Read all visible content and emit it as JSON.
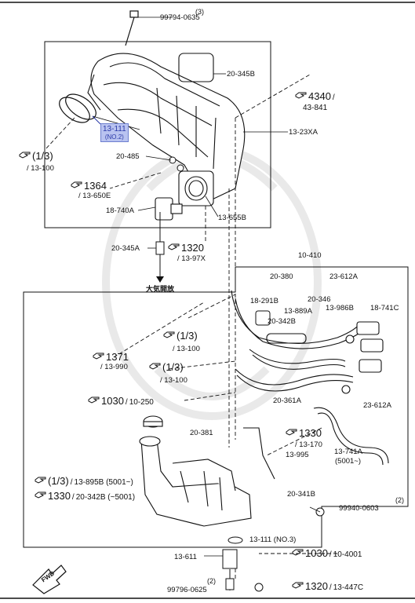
{
  "diagram": {
    "part_labels": {
      "p_99794_0635": "99794-0635",
      "p_20_345b": "20-345B",
      "p_13_23xa": "13-23XA",
      "p_20_485": "20-485",
      "p_18_740a": "18-740A",
      "p_13_655b": "13-655B",
      "p_20_345a": "20-345A",
      "p_10_410": "10-410",
      "p_20_380": "20-380",
      "p_23_612a_top": "23-612A",
      "p_18_291b": "18-291B",
      "p_20_346": "20-346",
      "p_13_889a": "13-889A",
      "p_13_986b": "13-986B",
      "p_18_741c": "18-741C",
      "p_20_342b": "20-342B",
      "p_20_361a": "20-361A",
      "p_23_612a_bottom": "23-612A",
      "p_20_381": "20-381",
      "p_13_995": "13-995",
      "p_13_741a": "13-741A",
      "p_13_741a_note": "(5001~)",
      "p_20_341b": "20-341B",
      "p_99940_0603": "99940-0603",
      "p_13_111_no3": "13-111 (NO.3)",
      "p_13_611": "13-611",
      "p_99796_0625": "99796-0625"
    },
    "quantities": {
      "q_99794_0635": "(3)",
      "q_99940_0603": "(2)",
      "q_99796_0625": "(2)"
    },
    "highlighted_part": {
      "part": "13-111",
      "note": "(NO.2)",
      "color": "#b9c3f0"
    },
    "references": {
      "r_4340": {
        "page": "4340",
        "section": "43-841"
      },
      "r_13_100_top": {
        "page": "(1/3)",
        "section": "13-100"
      },
      "r_1364": {
        "page": "1364",
        "section": "13-650E"
      },
      "r_1320_mid": {
        "page": "1320",
        "section": "13-97X"
      },
      "r_13_100_a": {
        "page": "(1/3)",
        "section": "13-100"
      },
      "r_1371": {
        "page": "1371",
        "section": "13-990"
      },
      "r_13_100_b": {
        "page": "(1/3)",
        "section": "13-100"
      },
      "r_1030_a": {
        "page": "1030",
        "section": "10-250"
      },
      "r_1330_a": {
        "page": "1330",
        "section": "13-170"
      },
      "r_13_895b": {
        "page": "(1/3)",
        "section": "13-895B (5001~)"
      },
      "r_1330_b": {
        "page": "1330",
        "section": "20-342B (~5001)"
      },
      "r_1030_b": {
        "page": "1030",
        "section": "10-4001"
      },
      "r_1320_bottom": {
        "page": "1320",
        "section": "13-447C"
      }
    },
    "japanese_note": "大気開放",
    "front_arrow_label": "FWD"
  }
}
